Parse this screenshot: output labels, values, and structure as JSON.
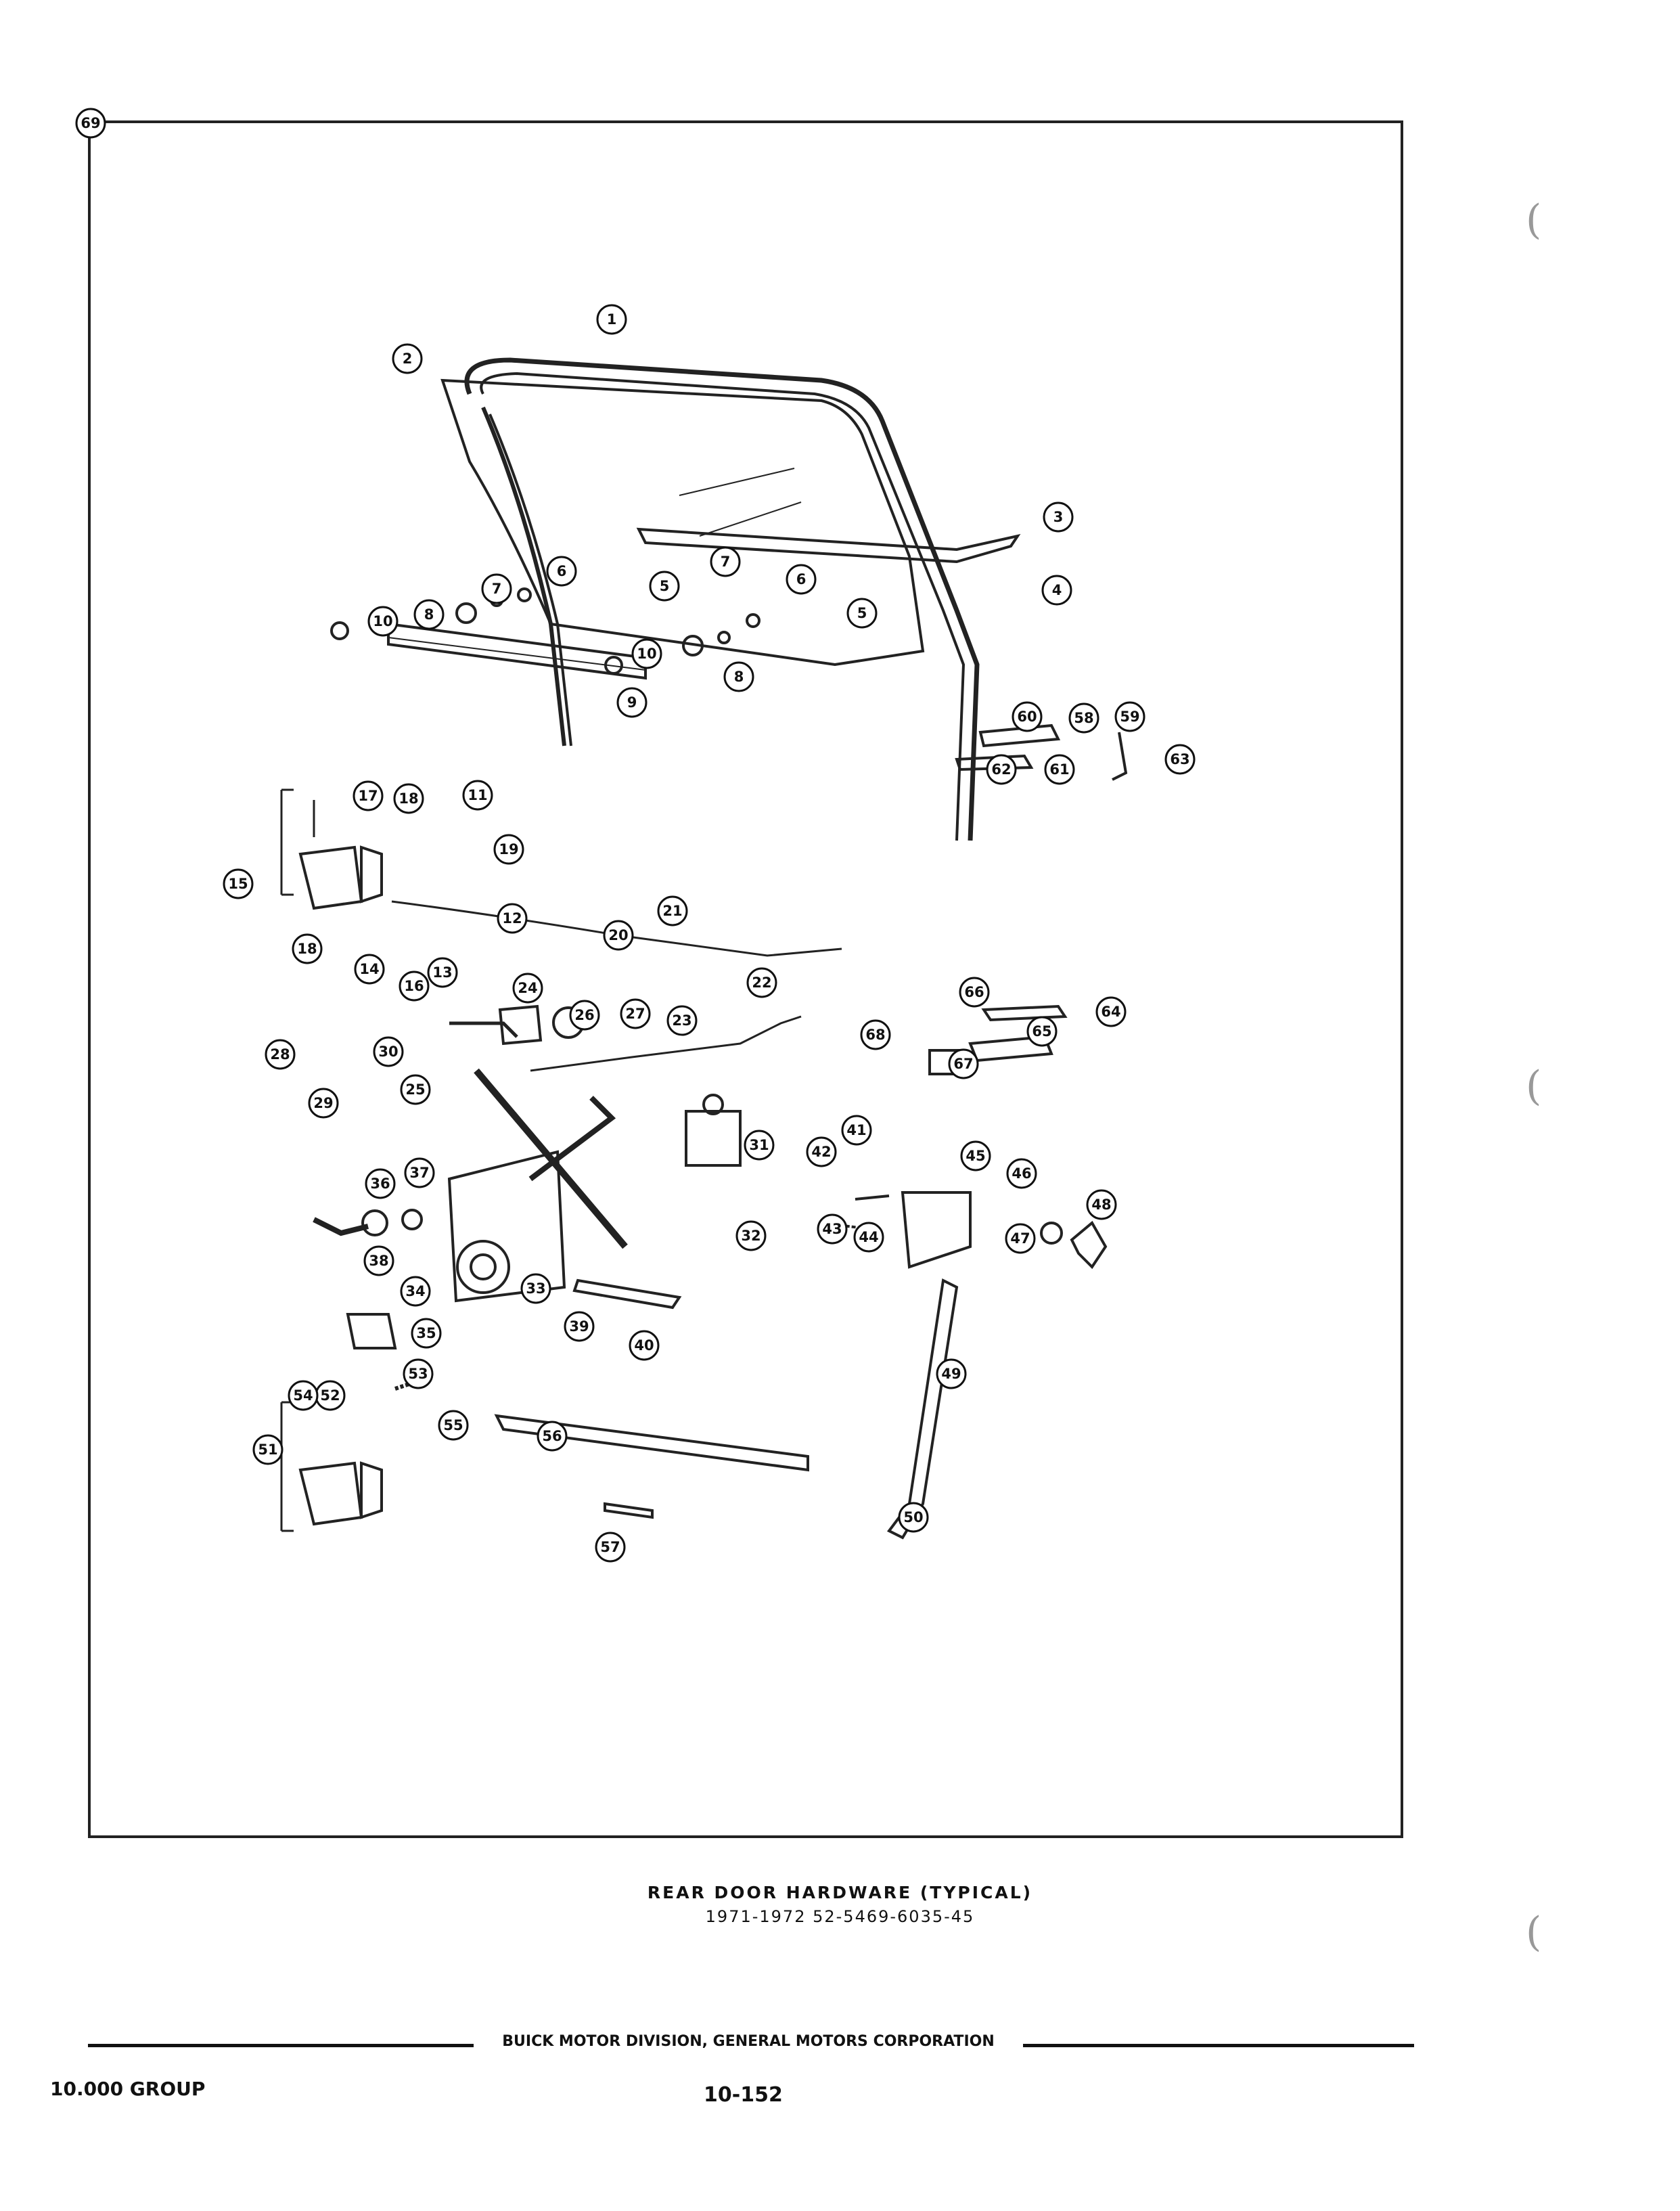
{
  "figure": {
    "caption_title": "REAR DOOR HARDWARE (TYPICAL)",
    "caption_subtitle": "1971-1972 52-5469-6035-45",
    "callouts": [
      {
        "label": "1"
      },
      {
        "label": "2"
      },
      {
        "label": "3"
      },
      {
        "label": "4"
      },
      {
        "label": "5"
      },
      {
        "label": "5"
      },
      {
        "label": "6"
      },
      {
        "label": "6"
      },
      {
        "label": "7"
      },
      {
        "label": "7"
      },
      {
        "label": "8"
      },
      {
        "label": "8"
      },
      {
        "label": "9"
      },
      {
        "label": "10"
      },
      {
        "label": "10"
      },
      {
        "label": "11"
      },
      {
        "label": "12"
      },
      {
        "label": "13"
      },
      {
        "label": "14"
      },
      {
        "label": "15"
      },
      {
        "label": "16"
      },
      {
        "label": "17"
      },
      {
        "label": "18"
      },
      {
        "label": "18"
      },
      {
        "label": "19"
      },
      {
        "label": "20"
      },
      {
        "label": "21"
      },
      {
        "label": "22"
      },
      {
        "label": "23"
      },
      {
        "label": "24"
      },
      {
        "label": "25"
      },
      {
        "label": "26"
      },
      {
        "label": "27"
      },
      {
        "label": "28"
      },
      {
        "label": "29"
      },
      {
        "label": "30"
      },
      {
        "label": "31"
      },
      {
        "label": "32"
      },
      {
        "label": "33"
      },
      {
        "label": "34"
      },
      {
        "label": "35"
      },
      {
        "label": "36"
      },
      {
        "label": "37"
      },
      {
        "label": "38"
      },
      {
        "label": "39"
      },
      {
        "label": "40"
      },
      {
        "label": "41"
      },
      {
        "label": "42"
      },
      {
        "label": "43"
      },
      {
        "label": "44"
      },
      {
        "label": "45"
      },
      {
        "label": "46"
      },
      {
        "label": "47"
      },
      {
        "label": "48"
      },
      {
        "label": "49"
      },
      {
        "label": "50"
      },
      {
        "label": "51"
      },
      {
        "label": "52"
      },
      {
        "label": "53"
      },
      {
        "label": "54"
      },
      {
        "label": "55"
      },
      {
        "label": "56"
      },
      {
        "label": "57"
      },
      {
        "label": "58"
      },
      {
        "label": "59"
      },
      {
        "label": "60"
      },
      {
        "label": "61"
      },
      {
        "label": "62"
      },
      {
        "label": "63"
      },
      {
        "label": "64"
      },
      {
        "label": "65"
      },
      {
        "label": "66"
      },
      {
        "label": "67"
      },
      {
        "label": "68"
      },
      {
        "label": "69"
      }
    ]
  },
  "footer": {
    "division": "BUICK MOTOR DIVISION, GENERAL MOTORS CORPORATION",
    "group": "10.000 GROUP",
    "page": "10-152"
  }
}
